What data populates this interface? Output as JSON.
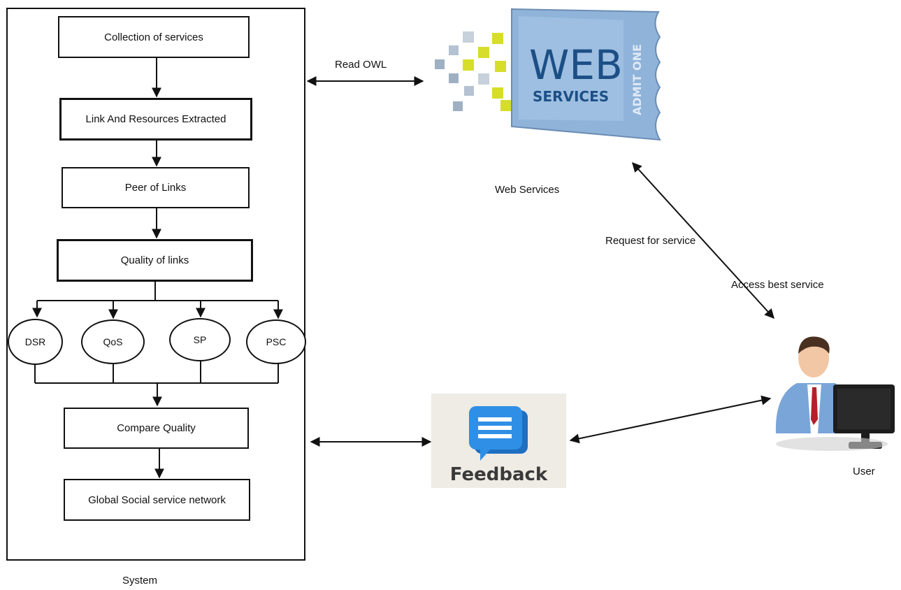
{
  "system": {
    "label": "System",
    "steps": {
      "collection": "Collection of services",
      "link_extract": "Link And Resources Extracted",
      "peer": "Peer of Links",
      "quality": "Quality of links",
      "compare": "Compare Quality",
      "global": "Global Social service network"
    },
    "metrics": {
      "dsr": "DSR",
      "qos": "QoS",
      "sp": "SP",
      "psc": "PSC"
    }
  },
  "web_services": {
    "label": "Web Services",
    "banner_word": "WEB",
    "banner_sub": "SERVICES",
    "banner_side": "ADMIT ONE",
    "banner_color": "#8fb3d9"
  },
  "feedback": {
    "word": "Feedback",
    "bubble_color": "#2f8fe6"
  },
  "user": {
    "label": "User"
  },
  "edges": {
    "read_owl": "Read OWL",
    "request_service": "Request for service",
    "access_best": "Access best service"
  }
}
